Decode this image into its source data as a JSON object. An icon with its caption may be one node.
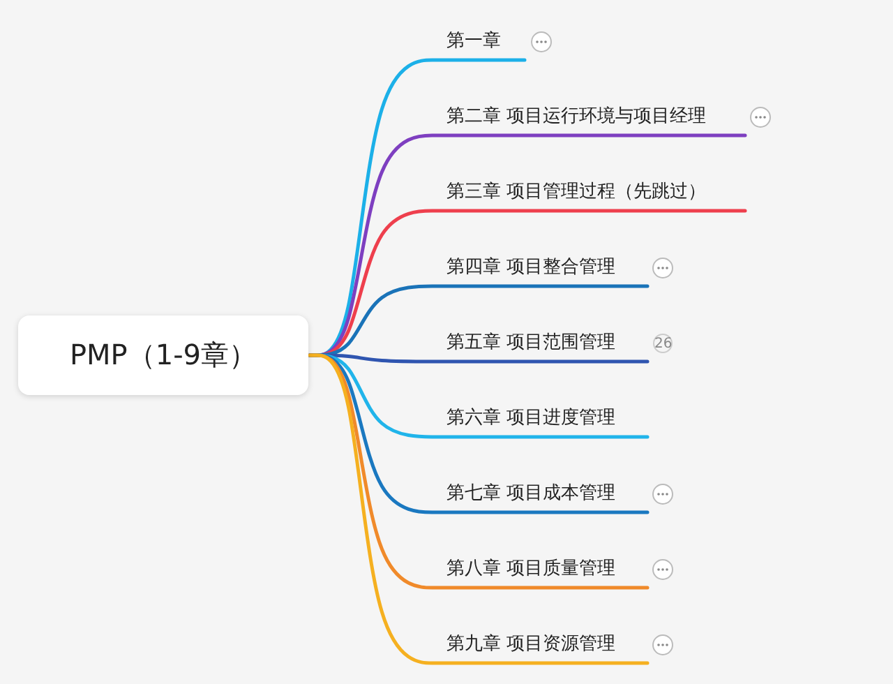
{
  "diagram": {
    "nodes": [
      {
        "text": [
          "PMP（1-9章）"
        ]
      },
      {
        "text": [
          "第一章"
        ]
      },
      {
        "text": [
          "第二章 项目运行环境与项目经理"
        ]
      },
      {
        "text": [
          "第三章 项目管理过程（先跳过）"
        ]
      },
      {
        "text": [
          "第四章 项目整合管理"
        ]
      },
      {
        "text": [
          "第五章 项目范围管理"
        ],
        "beside": [
          "26"
        ]
      },
      {
        "text": [
          "第六章 项目进度管理"
        ]
      },
      {
        "text": [
          "第七章 项目成本管理"
        ]
      },
      {
        "text": [
          "第八章 项目质量管理"
        ]
      },
      {
        "text": [
          "第九章 项目资源管理"
        ]
      }
    ],
    "edges": [
      {
        "from": 0,
        "to": 1,
        "arrow": "none",
        "color": "#1cb0e8"
      },
      {
        "from": 0,
        "to": 2,
        "arrow": "none",
        "color": "#7e3fc0"
      },
      {
        "from": 0,
        "to": 3,
        "arrow": "none",
        "color": "#ee3f4d"
      },
      {
        "from": 0,
        "to": 4,
        "arrow": "none",
        "color": "#1a73b8"
      },
      {
        "from": 0,
        "to": 5,
        "arrow": "none",
        "color": "#2f55b0"
      },
      {
        "from": 0,
        "to": 6,
        "arrow": "none",
        "color": "#20b4ea"
      },
      {
        "from": 0,
        "to": 7,
        "arrow": "none",
        "color": "#1a78c0"
      },
      {
        "from": 0,
        "to": 8,
        "arrow": "none",
        "color": "#f08a2a"
      },
      {
        "from": 0,
        "to": 9,
        "arrow": "none",
        "color": "#f5b020"
      }
    ]
  }
}
